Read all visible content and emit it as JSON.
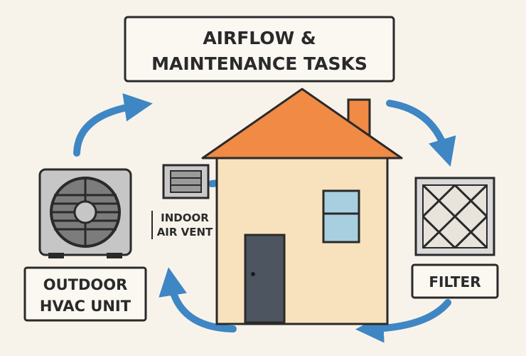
{
  "title": {
    "line1": "AIRFLOW &",
    "line2": "MAINTENANCE TASKS"
  },
  "labels": {
    "outdoor_unit": {
      "line1": "OUTDOOR",
      "line2": "HVAC UNIT"
    },
    "indoor_vent": {
      "line1": "INDOOR",
      "line2": "AIR VENT"
    },
    "filter": "FILTER"
  },
  "colors": {
    "background": "#f8f3ea",
    "arrow": "#3f86c4",
    "roof": "#f08a45",
    "house_wall": "#f7e2bd",
    "door": "#4d5560",
    "window": "#a7cfe0",
    "outline": "#2a2a2a"
  }
}
